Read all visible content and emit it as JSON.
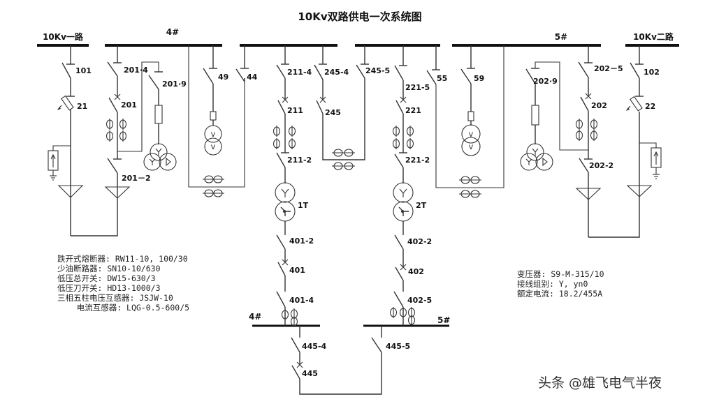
{
  "title": "10Kv双路供电一次系统图",
  "buses": {
    "incoming_1": "10Kv一路",
    "incoming_2": "10Kv二路",
    "bus_4": "4#",
    "bus_5": "5#",
    "lv_bus_4": "4#",
    "lv_bus_5": "5#"
  },
  "labels": {
    "s101": "101",
    "f21": "21",
    "s201_4": "201·4",
    "s201": "201",
    "s201_9": "201·9",
    "s201_2": "201－2",
    "s49": "49",
    "s44": "44",
    "s211_4": "211-4",
    "s211": "211",
    "s211_2": "211-2",
    "s245_4": "245-4",
    "s245": "245",
    "s245_5": "245-5",
    "s221_5": "221-5",
    "s221": "221",
    "s221_2": "221-2",
    "s55": "55",
    "s59": "59",
    "s202_9": "202·9",
    "s202_5": "202－5",
    "s202": "202",
    "s202_2": "202-2",
    "s102": "102",
    "f22": "22",
    "t1": "1T",
    "t2": "2T",
    "s401_2": "401-2",
    "s401": "401",
    "s401_4": "401-4",
    "s402_2": "402-2",
    "s402": "402",
    "s402_5": "402-5",
    "s445_4": "445-4",
    "s445": "445",
    "s445_5": "445-5",
    "pt_v": "V"
  },
  "specs_left": [
    "跌开式熔断器: RW11-10, 100/30",
    "少油断路器: SN10-10/630",
    "低压总开关: DW15-630/3",
    "低压刀开关: HD13-1000/3",
    "三相五柱电压互感器: JSJW-10",
    "    电流互感器: LQG-0.5-600/5"
  ],
  "specs_right": [
    "变压器: S9-M-315/10",
    "接线组别: Y, yn0",
    "额定电流: 18.2/455A"
  ],
  "watermark": "头条 @雄飞电气半夜"
}
